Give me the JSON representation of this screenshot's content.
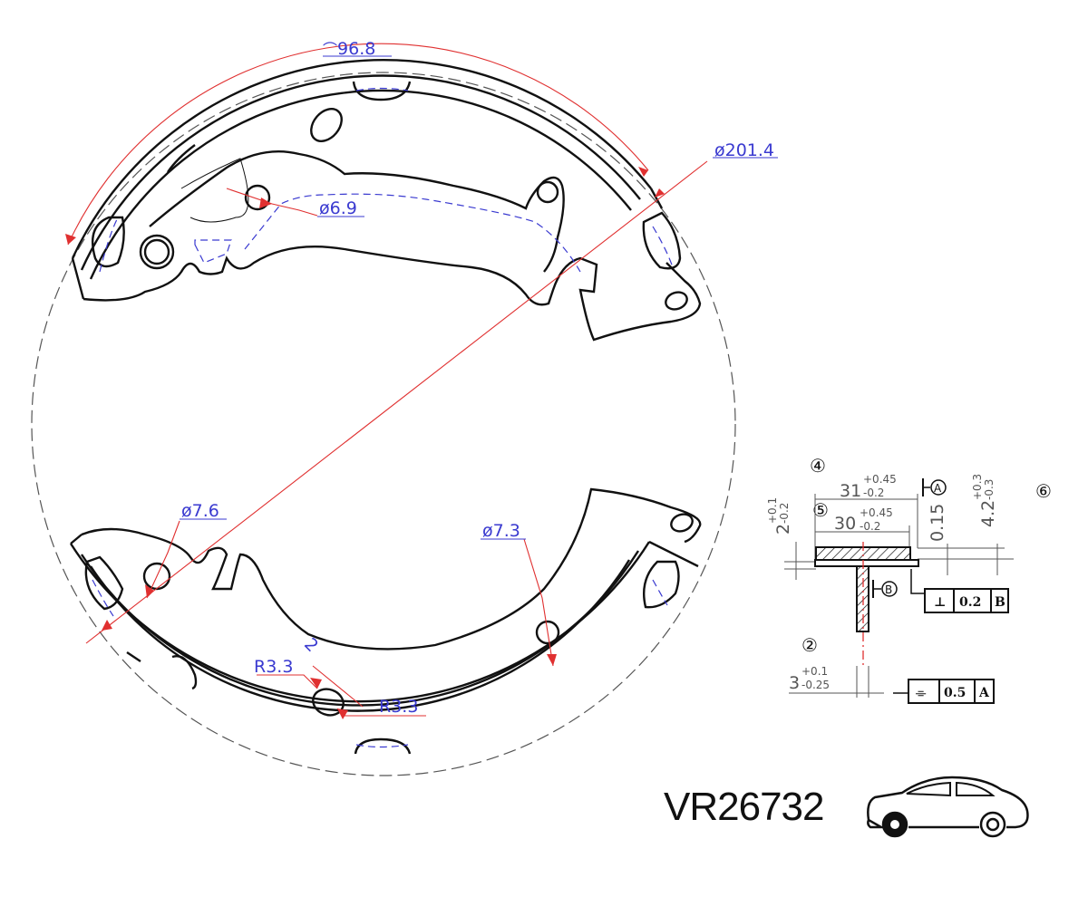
{
  "part_number": "VR26732",
  "icons": {
    "vehicle": "car-icon"
  },
  "shoe_dimensions": {
    "arc_length": "96.8",
    "outer_diameter": "ø201.4",
    "hole_top": "ø6.9",
    "hole_left": "ø7.6",
    "hole_right": "ø7.3",
    "radius_left": "R3.3",
    "radius_right": "R3.3",
    "slot_width": "2"
  },
  "section_view": {
    "marker_4": "④",
    "marker_5": "⑤",
    "marker_6": "⑥",
    "marker_2": "②",
    "lining_width": {
      "nominal": "31",
      "upper": "+0.45",
      "lower": "-0.2"
    },
    "web_width": {
      "nominal": "30",
      "upper": "+0.45",
      "lower": "-0.2"
    },
    "rim_thickness": {
      "nominal": "2",
      "upper": "+0.1",
      "lower": "-0.2"
    },
    "lining_thickness": {
      "nominal": "4.2",
      "upper": "+0.3",
      "lower": "-0.3"
    },
    "gap": "0.15",
    "web_thickness": {
      "nominal": "3",
      "upper": "+0.1",
      "lower": "-0.25"
    },
    "datum_a": "A",
    "datum_b": "B",
    "perpendicularity": {
      "symbol": "⊥",
      "value": "0.2",
      "datum": "B"
    },
    "symmetry": {
      "symbol": "⌯",
      "value": "0.5",
      "datum": "A"
    }
  },
  "colors": {
    "dimension_blue": "#3a3ad0",
    "leader_red": "#e03030",
    "outline": "#111111"
  }
}
